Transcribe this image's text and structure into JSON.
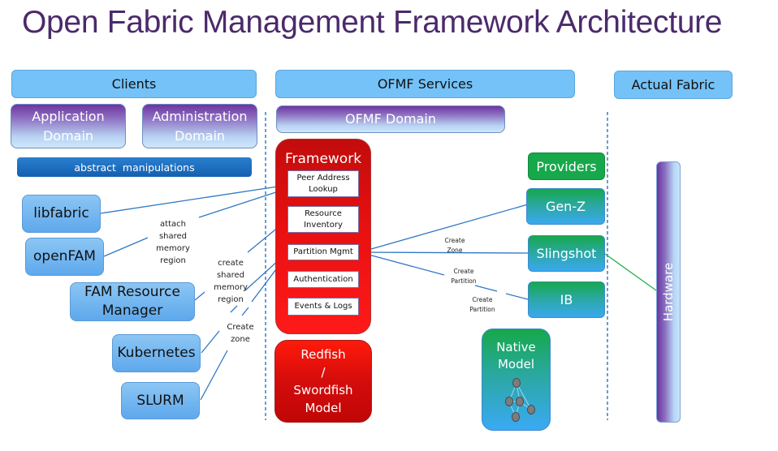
{
  "title": "Open Fabric Management Framework Architecture",
  "headers": {
    "clients": "Clients",
    "services": "OFMF Services",
    "fabric": "Actual Fabric"
  },
  "domains": {
    "application": [
      "Application",
      "Domain"
    ],
    "administration": [
      "Administration",
      "Domain"
    ],
    "ofmf": "OFMF Domain"
  },
  "abstract_bar": "abstract manipulations",
  "clients": [
    {
      "id": "libfabric",
      "lines": [
        "libfabric"
      ]
    },
    {
      "id": "openfam",
      "lines": [
        "openFAM"
      ]
    },
    {
      "id": "fam-resource-manager",
      "lines": [
        "FAM Resource",
        "Manager"
      ]
    },
    {
      "id": "kubernetes",
      "lines": [
        "Kubernetes"
      ]
    },
    {
      "id": "slurm",
      "lines": [
        "SLURM"
      ]
    }
  ],
  "framework": {
    "title": "Framework",
    "items": [
      [
        "Peer Address",
        "Lookup"
      ],
      [
        "Resource",
        "Inventory"
      ],
      [
        "Partition Mgmt"
      ],
      [
        "Authentication"
      ],
      [
        "Events & Logs"
      ]
    ]
  },
  "model": [
    "Redfish",
    "/",
    "Swordfish",
    "Model"
  ],
  "providers": {
    "title": "Providers",
    "items": [
      "Gen-Z",
      "Slingshot",
      "IB"
    ]
  },
  "native_model": [
    "Native",
    "Model"
  ],
  "hardware": "Hardware",
  "annotations": {
    "attach": [
      "attach",
      "shared",
      "memory",
      "region"
    ],
    "create_shared": [
      "create",
      "shared",
      "memory",
      "region"
    ],
    "create_zone_left": [
      "Create",
      "zone"
    ],
    "create_zone_right": [
      "Create",
      "Zone"
    ],
    "create_partition_1": [
      "Create",
      "Partition"
    ],
    "create_partition_2": [
      "Create",
      "Partition"
    ]
  },
  "colors": {
    "title": "#4b2a6b",
    "header_blue": "#74c2f7",
    "framework_red": "#e81010",
    "provider_green": "#16a84a",
    "connector_blue": "#2f78c4",
    "connector_green": "#22b14c"
  }
}
